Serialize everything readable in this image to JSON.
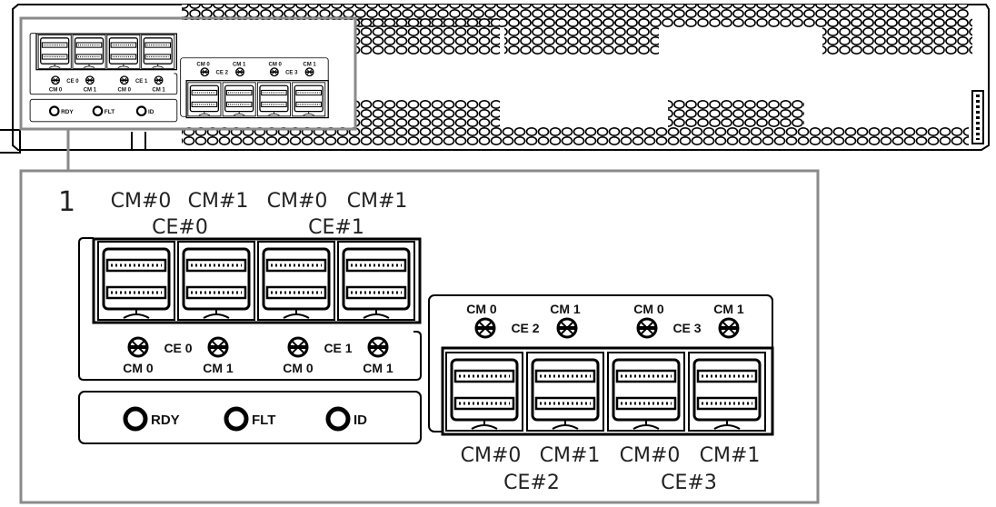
{
  "figure": {
    "callout_number": "1",
    "top_labels": [
      "CM#0",
      "CM#1",
      "CM#0",
      "CM#1"
    ],
    "top_groups": [
      "CE#0",
      "CE#1"
    ],
    "bottom_labels": [
      "CM#0",
      "CM#1",
      "CM#0",
      "CM#1"
    ],
    "bottom_groups": [
      "CE#2",
      "CE#3"
    ],
    "panel": {
      "ce_left": [
        "CE 0",
        "CE 1"
      ],
      "ce_right": [
        "CE 2",
        "CE 3"
      ],
      "cm_labels": [
        "CM 0",
        "CM 1",
        "CM 0",
        "CM 1"
      ],
      "leds": [
        "RDY",
        "FLT",
        "ID"
      ]
    },
    "colors": {
      "highlight": "#8a8a8a",
      "line": "#000000"
    }
  }
}
